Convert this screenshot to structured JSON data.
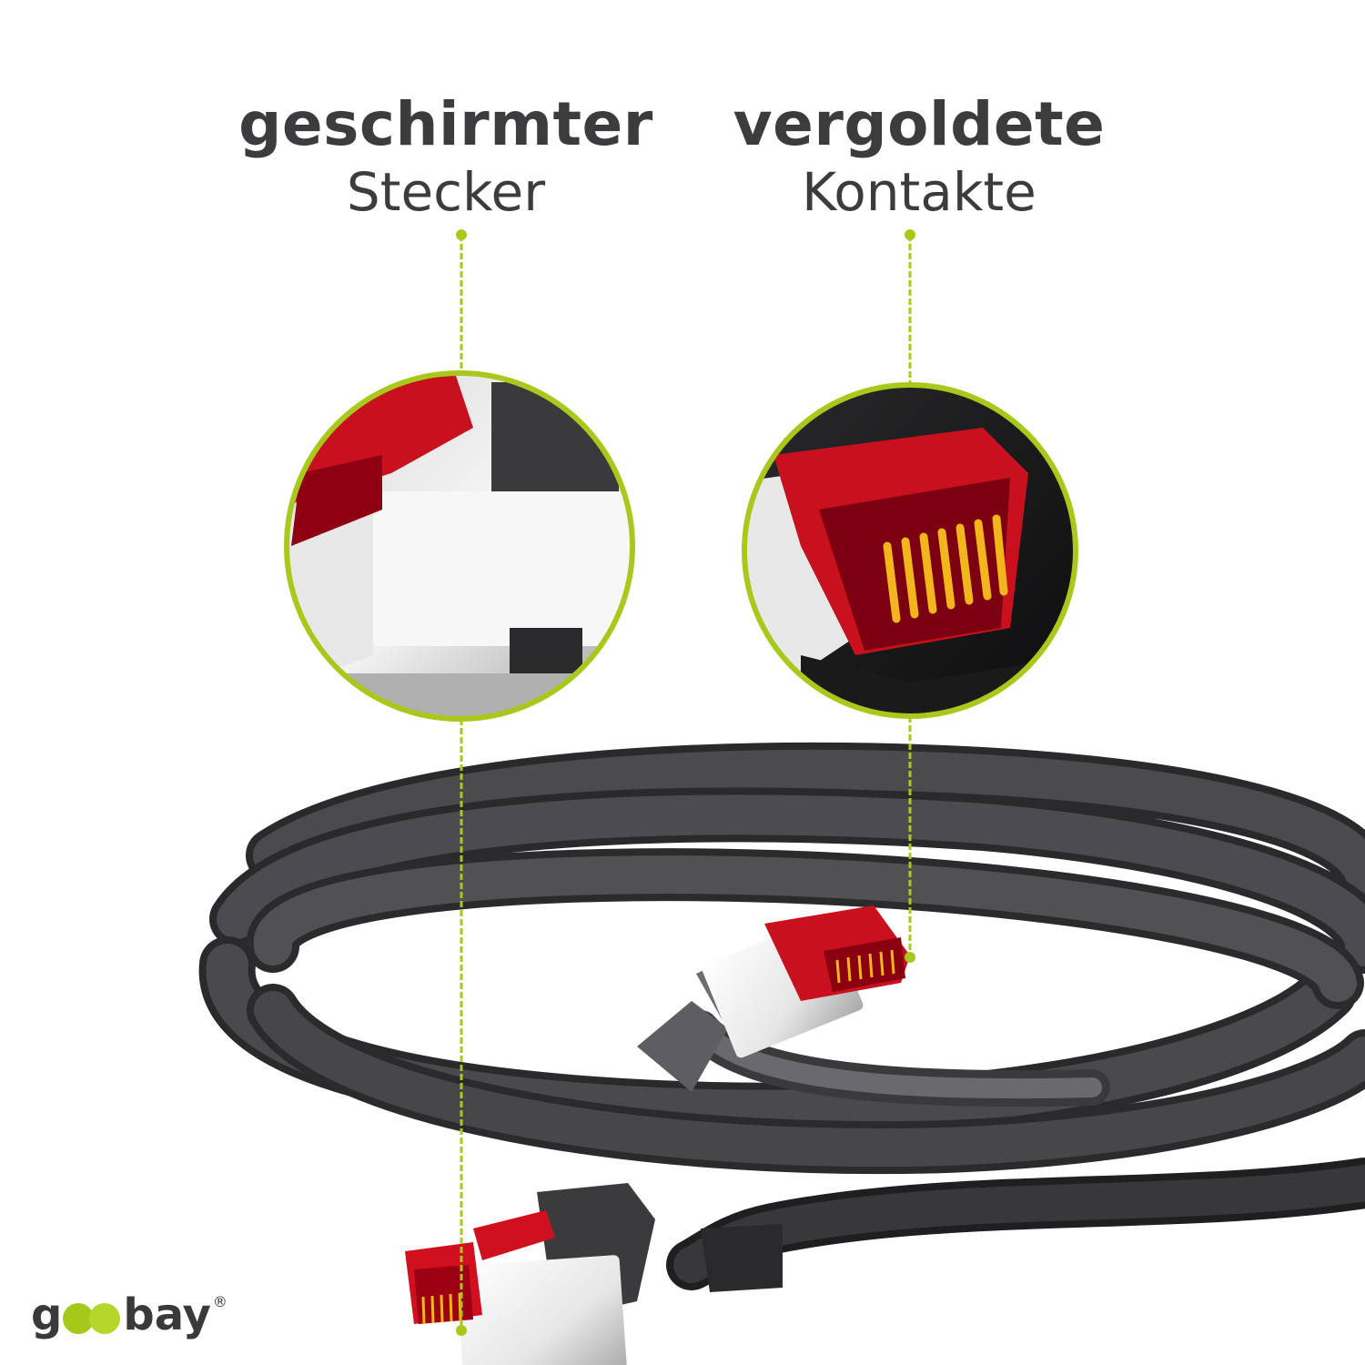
{
  "callouts": [
    {
      "title": "geschirmter",
      "subtitle": "Stecker"
    },
    {
      "title": "vergoldete",
      "subtitle": "Kontakte"
    }
  ],
  "brand": {
    "name_start": "g",
    "name_end": "bay",
    "registered": "®"
  },
  "colors": {
    "accent": "#a8c81c",
    "text": "#3c3c3e",
    "cable": "#3b3b3d",
    "plug_red": "#c8101e",
    "contact_gold": "#f2b51c"
  }
}
